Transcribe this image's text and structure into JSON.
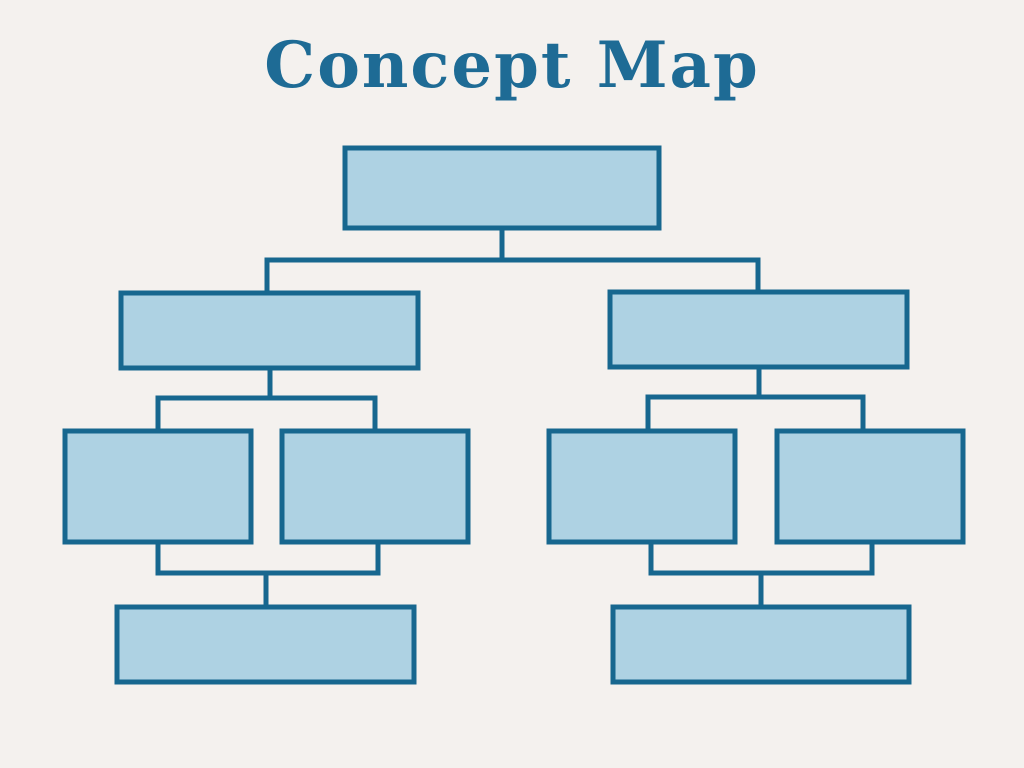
{
  "page": {
    "title": "Concept Map"
  },
  "colors": {
    "background": "#f4f1ee",
    "title": "#1e6b95",
    "box_fill": "#aed2e3",
    "box_border": "#17678f"
  },
  "diagram": {
    "type": "tree",
    "description": "Blank concept map template: one root box branching to two mid-level boxes, each mid-level box branching to two child boxes, each pair of child boxes merging into one bottom box. All boxes are empty.",
    "nodes": [
      {
        "id": "root",
        "level": 1,
        "label": ""
      },
      {
        "id": "branch-left",
        "level": 2,
        "label": ""
      },
      {
        "id": "branch-right",
        "level": 2,
        "label": ""
      },
      {
        "id": "left-child-1",
        "level": 3,
        "label": ""
      },
      {
        "id": "left-child-2",
        "level": 3,
        "label": ""
      },
      {
        "id": "right-child-1",
        "level": 3,
        "label": ""
      },
      {
        "id": "right-child-2",
        "level": 3,
        "label": ""
      },
      {
        "id": "left-merge",
        "level": 4,
        "label": ""
      },
      {
        "id": "right-merge",
        "level": 4,
        "label": ""
      }
    ],
    "edges": [
      {
        "from": "root",
        "to": "branch-left"
      },
      {
        "from": "root",
        "to": "branch-right"
      },
      {
        "from": "branch-left",
        "to": "left-child-1"
      },
      {
        "from": "branch-left",
        "to": "left-child-2"
      },
      {
        "from": "branch-right",
        "to": "right-child-1"
      },
      {
        "from": "branch-right",
        "to": "right-child-2"
      },
      {
        "from": "left-child-1",
        "to": "left-merge"
      },
      {
        "from": "left-child-2",
        "to": "left-merge"
      },
      {
        "from": "right-child-1",
        "to": "right-merge"
      },
      {
        "from": "right-child-2",
        "to": "right-merge"
      }
    ]
  }
}
